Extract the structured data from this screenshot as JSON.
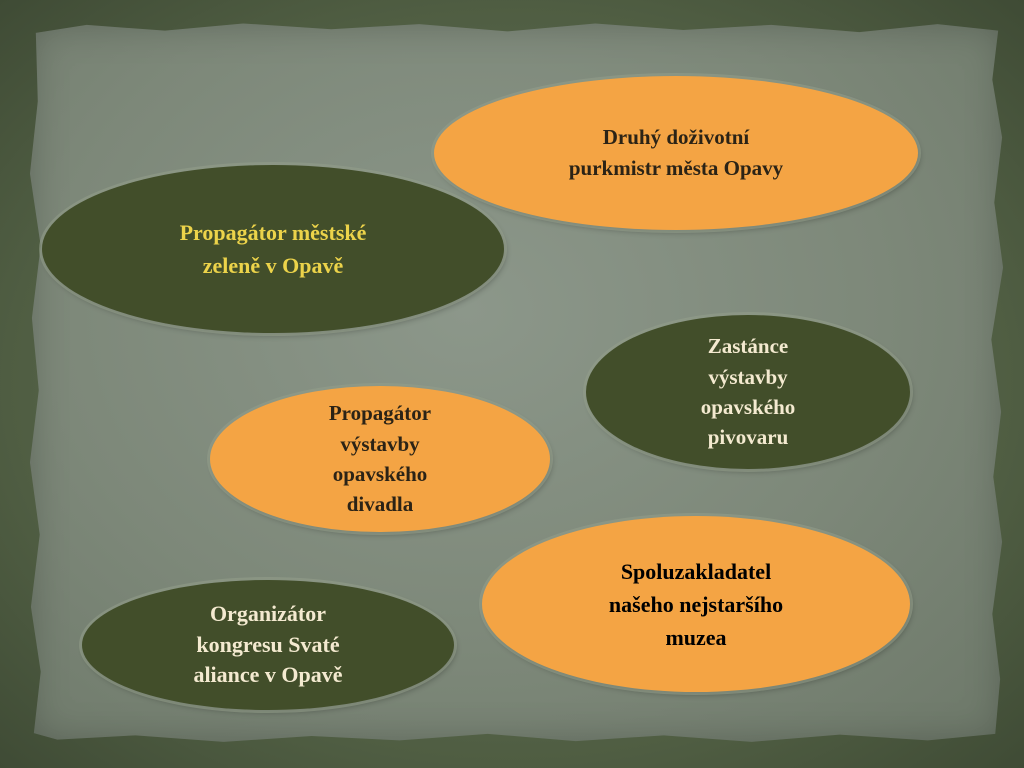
{
  "colors": {
    "orange_fill": "#f4a444",
    "dark_fill": "#424e2a",
    "yellow_text": "#ecd34a",
    "cream_text": "#f4ead0"
  },
  "ovals": [
    {
      "text": "Druhý  doživotní\npurkmistr města Opavy"
    },
    {
      "text": "Propagátor městské\nzeleně v Opavě"
    },
    {
      "text": "Zastánce\nvýstavby\nopavského\npivovaru"
    },
    {
      "text": "Propagátor\nvýstavby\nopavského\ndivadla"
    },
    {
      "text": "Spoluzakladatel\nnašeho nejstaršího\nmuzea"
    },
    {
      "text": "Organizátor\nkongresu Svaté\naliance v Opavě"
    }
  ]
}
